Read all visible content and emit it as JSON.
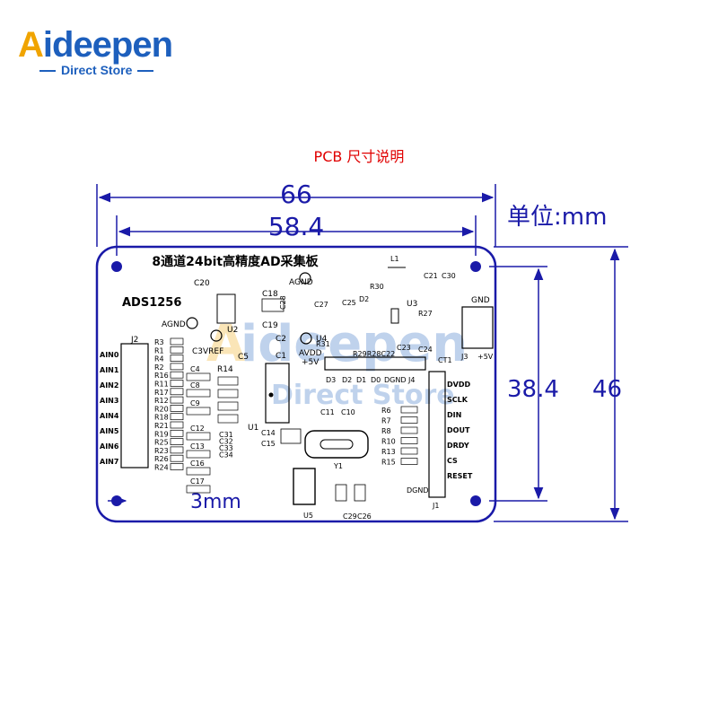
{
  "brand": {
    "name_a": "A",
    "name_rest": "ideepen",
    "subtitle": "Direct Store",
    "accent": "#f0a400",
    "primary": "#1d5fbd"
  },
  "diagram": {
    "caption": "PCB 尺寸说明",
    "dim_width_outer": "66",
    "dim_width_inner": "58.4",
    "unit_label": "单位:mm",
    "dim_height_inner": "38.4",
    "dim_height_outer": "46",
    "dim_hole_offset": "3mm",
    "board_color": "#1a1aa8",
    "caption_color": "#e00000"
  },
  "board": {
    "title": "8通道24bit高精度AD采集板",
    "chip": "ADS1256",
    "watermark_a": "A",
    "watermark_rest": "ideepen",
    "watermark_sub": "Direct Store",
    "ain_labels": [
      "AIN0",
      "AIN1",
      "AIN2",
      "AIN3",
      "AIN4",
      "AIN5",
      "AIN6",
      "AIN7"
    ],
    "right_labels": [
      "DVDD",
      "SCLK",
      "DIN",
      "DOUT",
      "DRDY",
      "CS",
      "RESET"
    ],
    "resistors_left": [
      "R3",
      "R1",
      "R4",
      "R2",
      "R16",
      "R11",
      "R17",
      "R12",
      "R20",
      "R18",
      "R21",
      "R19",
      "R25",
      "R23",
      "R26",
      "R24"
    ],
    "caps_mid": [
      "C4",
      "C8",
      "C9",
      "C12",
      "C13",
      "C16",
      "C17"
    ],
    "caps_stack": [
      "C31",
      "C32",
      "C33",
      "C34"
    ],
    "resistors_right": [
      "R6",
      "R7",
      "R8",
      "R10",
      "R13",
      "R15"
    ],
    "led_labels": [
      "D3",
      "D2",
      "D1",
      "D0",
      "DGND",
      "J4"
    ],
    "misc": {
      "j2": "J2",
      "agnd_left": "AGND",
      "c3vref": "C3VREF",
      "r14": "R14",
      "c5": "C5",
      "c20": "C20",
      "u2": "U2",
      "c18": "C18",
      "c28": "C28",
      "c19": "C19",
      "c2": "C2",
      "c1": "C1",
      "agnd_top": "AGND",
      "c27": "C27",
      "c25": "C25",
      "u4": "U4",
      "avdd": "AVDD",
      "r31": "R31",
      "p5v": "+5V",
      "r30": "R30",
      "d2": "D2",
      "u3": "U3",
      "r27": "R27",
      "l1": "L1",
      "c21": "C21",
      "c30": "C30",
      "gnd_right": "GND",
      "c23": "C23",
      "c24": "C24",
      "r29r28c22": "R29R28C22",
      "j3": "J3",
      "p5v_right": "+5V",
      "ct1": "CT1",
      "u1": "U1",
      "c14": "C14",
      "c15": "C15",
      "c11": "C11",
      "c10": "C10",
      "y1": "Y1",
      "u5": "U5",
      "c29": "C29",
      "c26": "C26",
      "dgnd": "DGND",
      "j1": "J1"
    }
  }
}
